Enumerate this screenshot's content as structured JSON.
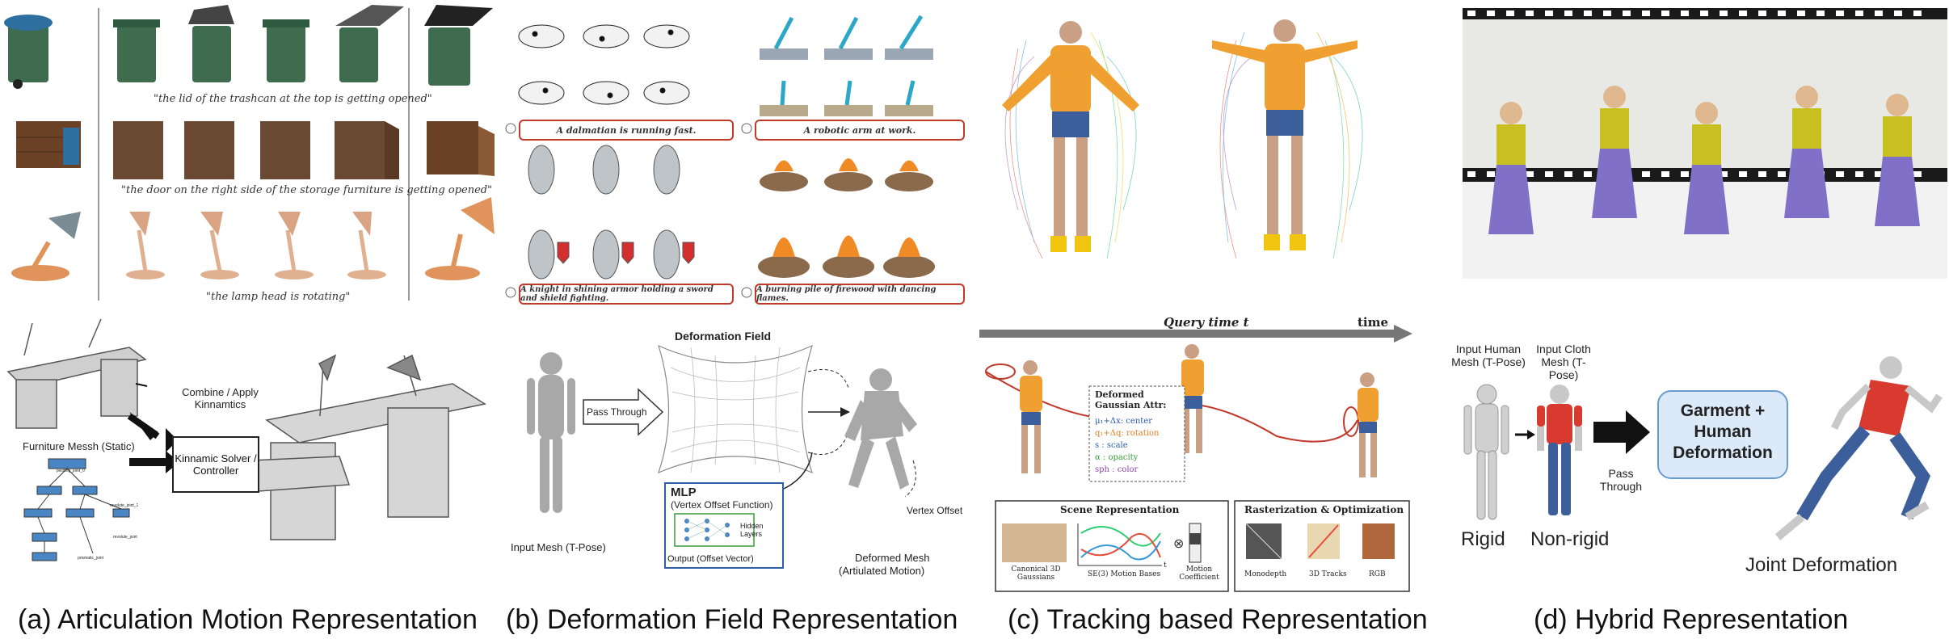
{
  "captions": {
    "a": "(a) Articulation Motion Representation",
    "b": "(b) Deformation Field Representation",
    "c": "(c) Tracking based Representation",
    "d": "(d) Hybrid Representation"
  },
  "panel_a": {
    "quote_trashcan": "\"the lid of the trashcan at the top is getting opened\"",
    "quote_furniture": "\"the door on the right side of the storage furniture is getting opened\"",
    "quote_lamp": "\"the lamp head is rotating\"",
    "furniture_label": "Furniture Messh (Static)",
    "combine_label": "Combine / Apply Kinnamtics",
    "solver_label": "Kinnamic Solver / Controller",
    "tree_root": "pivoting_joint_0",
    "tree_node_1": "revolute_joint_1",
    "tree_node_2": "revolute_joint",
    "tree_node_3": "prismatic_joint"
  },
  "panel_b": {
    "prompt_1": "A dalmatian is running fast.",
    "prompt_2": "A robotic arm at work.",
    "prompt_3": "A knight in shining armor holding a sword and shield fighting.",
    "prompt_4": "A burning pile of firewood with dancing flames.",
    "deformation_title": "Deformation Field",
    "pass_through": "Pass Through",
    "mlp_title": "MLP",
    "mlp_subtitle": "(Vertex Offset Function)",
    "hidden_layers": "Hidden Layers",
    "mlp_output": "Output (Offset Vector)",
    "input_mesh": "Input Mesh (T-Pose)",
    "vertex_offset": "Vertex Offset",
    "deformed_mesh_1": "Deformed Mesh",
    "deformed_mesh_2": "(Artiulated Motion)"
  },
  "panel_c": {
    "query_time": "Query time t",
    "time": "time",
    "gaussian_title": "Deformed Gaussian Attr:",
    "attr_center": "μ₁+Δx: center",
    "attr_rotation": "q₁+Δq: rotation",
    "attr_scale": "s : scale",
    "attr_opacity": "α : opacity",
    "attr_color": "sph : color",
    "scene_rep": "Scene Representation",
    "canonical": "Canonical 3D Gaussians",
    "motion_bases": "SE(3) Motion Bases",
    "motion_coef": "Motion Coefficient",
    "raster_opt": "Rasterization & Optimization",
    "monodepth": "Monodepth",
    "tracks": "3D Tracks",
    "rgb": "RGB",
    "t_axis": "t"
  },
  "panel_d": {
    "input_human": "Input Human Mesh (T-Pose)",
    "input_cloth": "Input Cloth Mesh (T-Pose)",
    "garment_box": "Garment + Human Deformation",
    "pass_through": "Pass Through",
    "rigid": "Rigid",
    "nonrigid": "Non-rigid",
    "joint_deformation": "Joint Deformation"
  },
  "colors": {
    "trashcan": "#3f6b4f",
    "trashcan_lid_blue": "#2f6f9f",
    "wood": "#6b4226",
    "lamp_orange": "#e0935a",
    "prompt_border": "#c0392b",
    "mlp_border": "#2d5ea8",
    "mlp_output_border": "#3a9b3a",
    "garment_box_fill": "#dbe9f8",
    "garment_box_border": "#6a9bd0",
    "shirt_red": "#d93a2f",
    "jeans_blue": "#3c5f9c",
    "sweater_orange": "#f0a030",
    "arrow_grey": "#777777",
    "trajectory_red": "#c0392b"
  }
}
